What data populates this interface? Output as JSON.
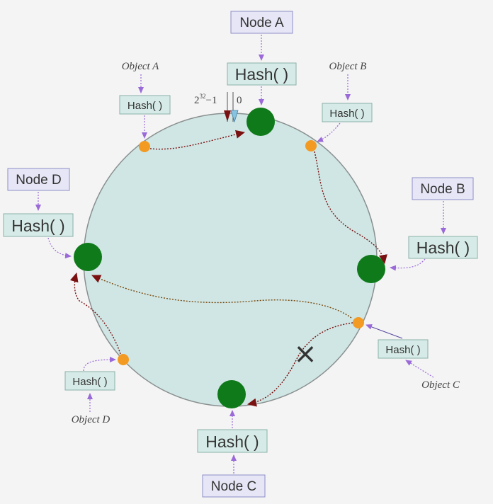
{
  "nodes": [
    {
      "label": "Node A",
      "hash": "Hash( )"
    },
    {
      "label": "Node B",
      "hash": "Hash( )"
    },
    {
      "label": "Node C",
      "hash": "Hash( )"
    },
    {
      "label": "Node D",
      "hash": "Hash( )"
    }
  ],
  "objects": [
    {
      "label": "Object A",
      "hash": "Hash( )"
    },
    {
      "label": "Object B",
      "hash": "Hash( )"
    },
    {
      "label": "Object C",
      "hash": "Hash( )"
    },
    {
      "label": "Object D",
      "hash": "Hash( )"
    }
  ],
  "range": {
    "max_base": "2",
    "max_exp": "32",
    "max_suffix": "−1",
    "min": "0"
  },
  "removed_marker": "×",
  "colors": {
    "ring_fill": "#cfe6e4",
    "ring_stroke": "#8a8f8f",
    "node_fill": "#0f7a1a",
    "object_fill": "#f39a22",
    "label_box_fill": "#e6e6f6",
    "label_box_stroke": "#8e8ec8",
    "hash_box_fill": "#d6ebe7",
    "hash_box_stroke": "#8ab0a8",
    "pointer_arrow": "#9a6ad8",
    "mapping_arrow": "#7a1010"
  }
}
